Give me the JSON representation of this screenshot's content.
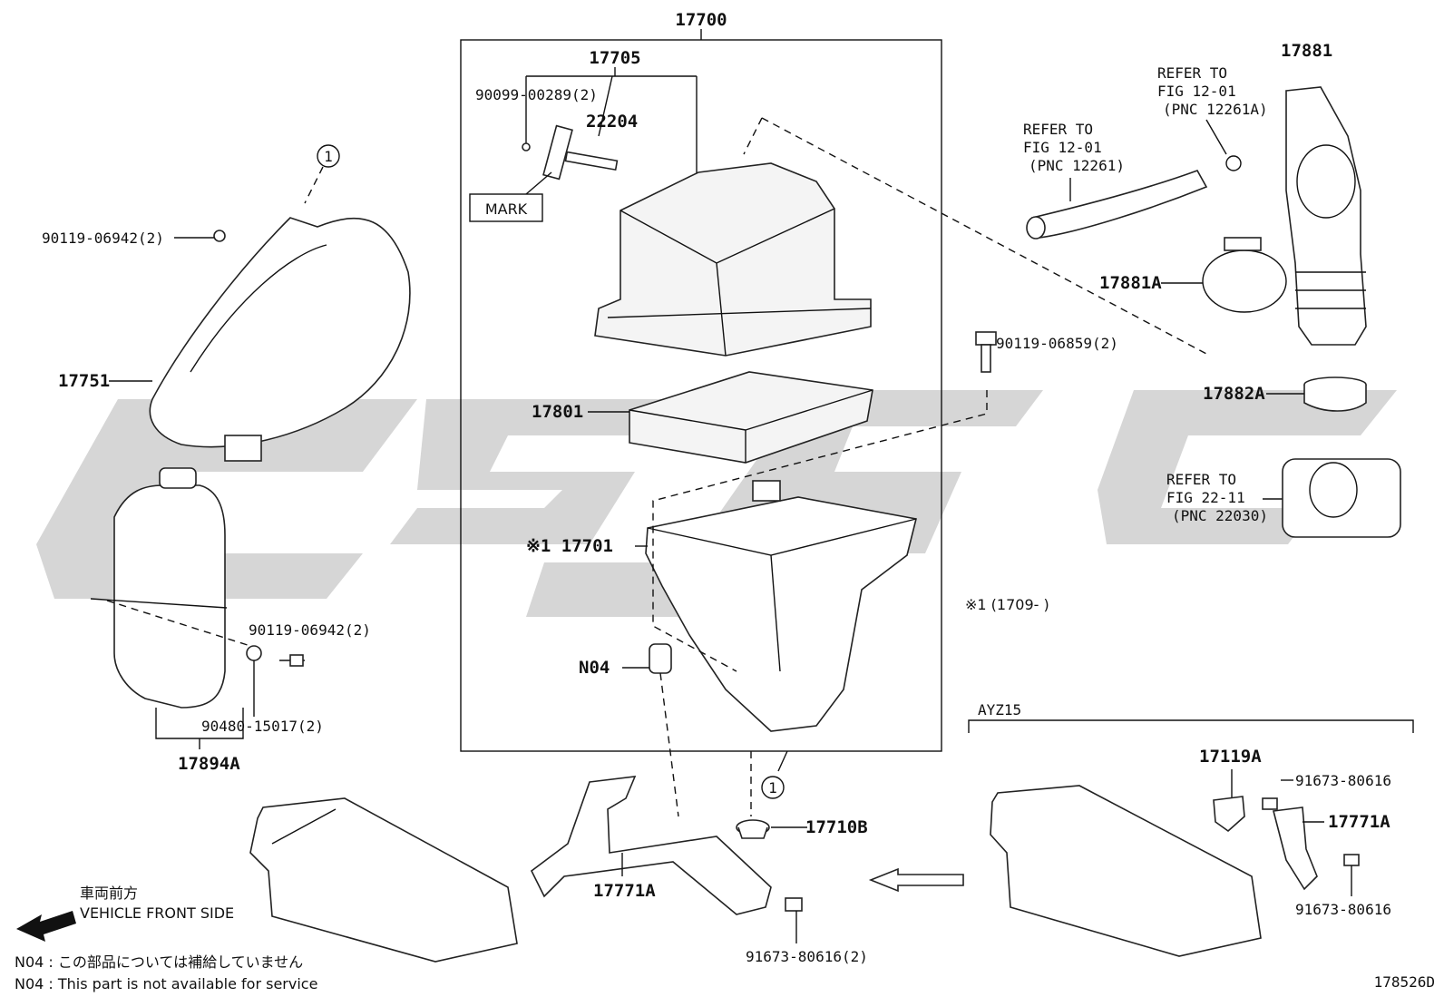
{
  "diagram": {
    "figure_number": "178526D",
    "assembly_label": "17700",
    "watermark_color": "#d6d6d6",
    "parts": {
      "p17705": "17705",
      "p90099": "90099-00289(2)",
      "p22204": "22204",
      "mark": "MARK",
      "p17751": "17751",
      "p90119a": "90119-06942(2)",
      "p90119b": "90119-06942(2)",
      "p90480": "90480-15017(2)",
      "p17894A": "17894A",
      "p17801": "17801",
      "p17701": "※1 17701",
      "pN04": "N04",
      "p90119c": "90119-06859(2)",
      "p17881": "17881",
      "p17881A": "17881A",
      "p17882A": "17882A",
      "p17710B": "17710B",
      "p17771A_center": "17771A",
      "p91673_center": "91673-80616(2)",
      "p17119A": "17119A",
      "p91673_r1": "91673-80616",
      "p17771A_right": "17771A",
      "p91673_r2": "91673-80616",
      "ayz": "AYZ15",
      "circle1": "1",
      "circle2": "1"
    },
    "refers": {
      "r1": [
        "REFER TO",
        "FIG 12-01",
        "(PNC 12261A)"
      ],
      "r2": [
        "REFER TO",
        "FIG 12-01",
        "(PNC 12261)"
      ],
      "r3": [
        "REFER TO",
        "FIG 22-11",
        "(PNC 22030)"
      ]
    },
    "serial_note": "※1 (1709-        )",
    "front_jp": "車両前方",
    "front_en": "VEHICLE FRONT SIDE",
    "note_jp": "N04 : この部品については補給していません",
    "note_en": "N04 : This part is not available for service"
  }
}
